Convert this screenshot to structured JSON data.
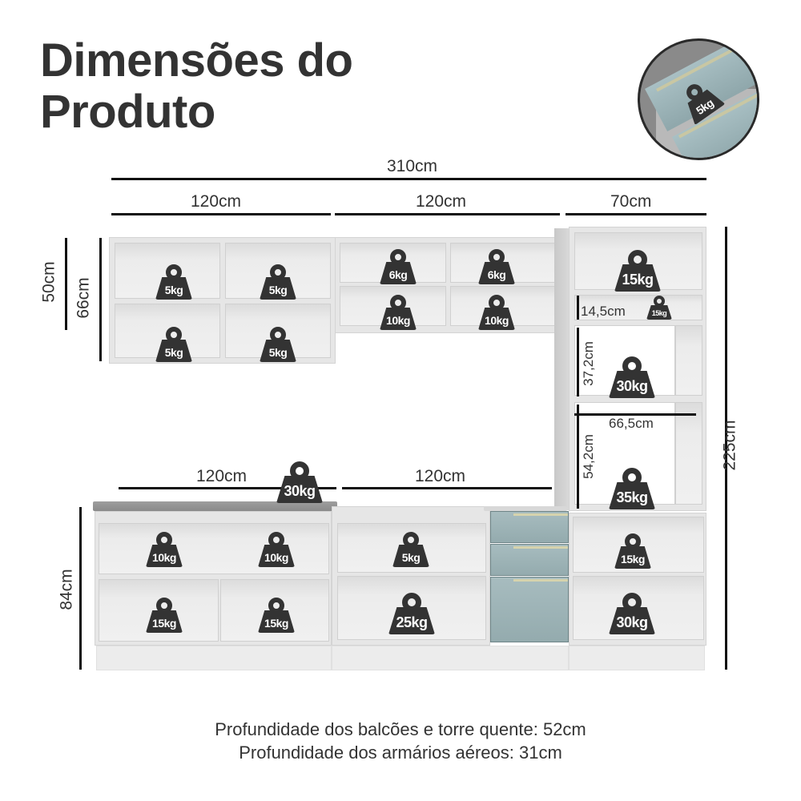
{
  "title": {
    "line1": "Dimensões do",
    "line2": "Produto"
  },
  "inset": {
    "description": "drawer close-up",
    "weight": "5kg"
  },
  "dimensions": {
    "total_width": "310cm",
    "upper_left_width": "120cm",
    "upper_middle_width": "120cm",
    "tower_width": "70cm",
    "upper_left_height_outer": "50cm",
    "upper_left_height_inner": "66cm",
    "lower_left_width": "120cm",
    "lower_middle_width": "120cm",
    "lower_height": "84cm",
    "tower_height": "225cm",
    "tower_niche_small_height": "14,5cm",
    "tower_niche_mid_height": "37,2cm",
    "tower_oven_width": "66,5cm",
    "tower_oven_height": "54,2cm"
  },
  "weights": {
    "upper_left": [
      "5kg",
      "5kg",
      "5kg",
      "5kg"
    ],
    "upper_middle": [
      "6kg",
      "6kg",
      "10kg",
      "10kg"
    ],
    "tower": [
      "15kg",
      "15kg",
      "30kg",
      "35kg",
      "15kg",
      "30kg"
    ],
    "countertop": "30kg",
    "lower_left": [
      "10kg",
      "10kg",
      "15kg",
      "15kg"
    ],
    "lower_middle": [
      "5kg",
      "25kg"
    ]
  },
  "footer": {
    "line1": "Profundidade dos balcões e torre quente: 52cm",
    "line2": "Profundidade dos armários aéreos: 31cm"
  },
  "colors": {
    "text": "#333333",
    "weight_icon": "#333333",
    "drawer_front": "#9fb5b8",
    "countertop": "#959595",
    "cabinet": "#e6e6e6"
  }
}
